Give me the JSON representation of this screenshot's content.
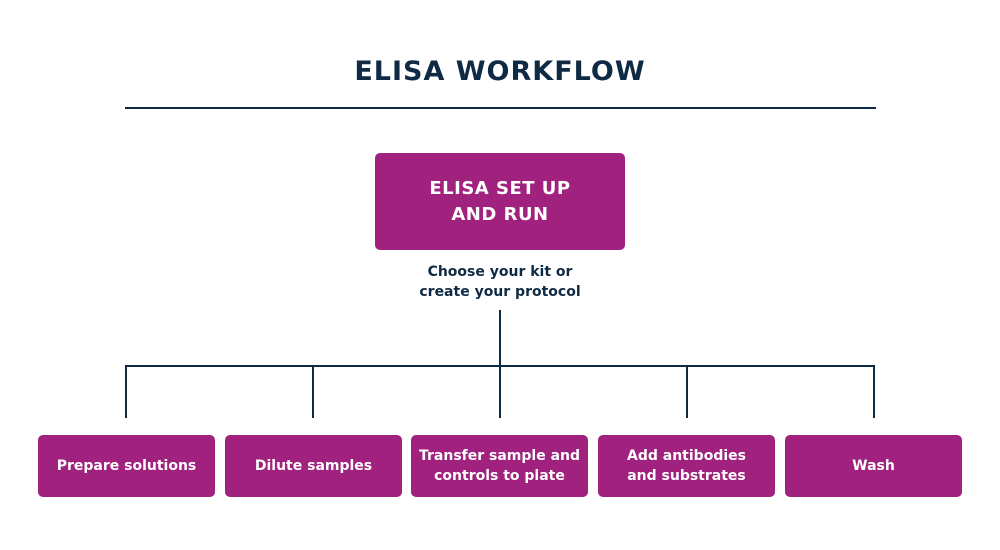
{
  "colors": {
    "navy": "#0f2a44",
    "magenta": "#a0217e"
  },
  "title": "ELISA WORKFLOW",
  "main": {
    "label": "ELISA SET UP\nAND RUN",
    "subtitle": "Choose your kit or\ncreate your protocol"
  },
  "steps": [
    {
      "label": "Prepare solutions"
    },
    {
      "label": "Dilute samples"
    },
    {
      "label": "Transfer sample and\ncontrols to plate"
    },
    {
      "label": "Add antibodies\nand substrates"
    },
    {
      "label": "Wash"
    }
  ]
}
